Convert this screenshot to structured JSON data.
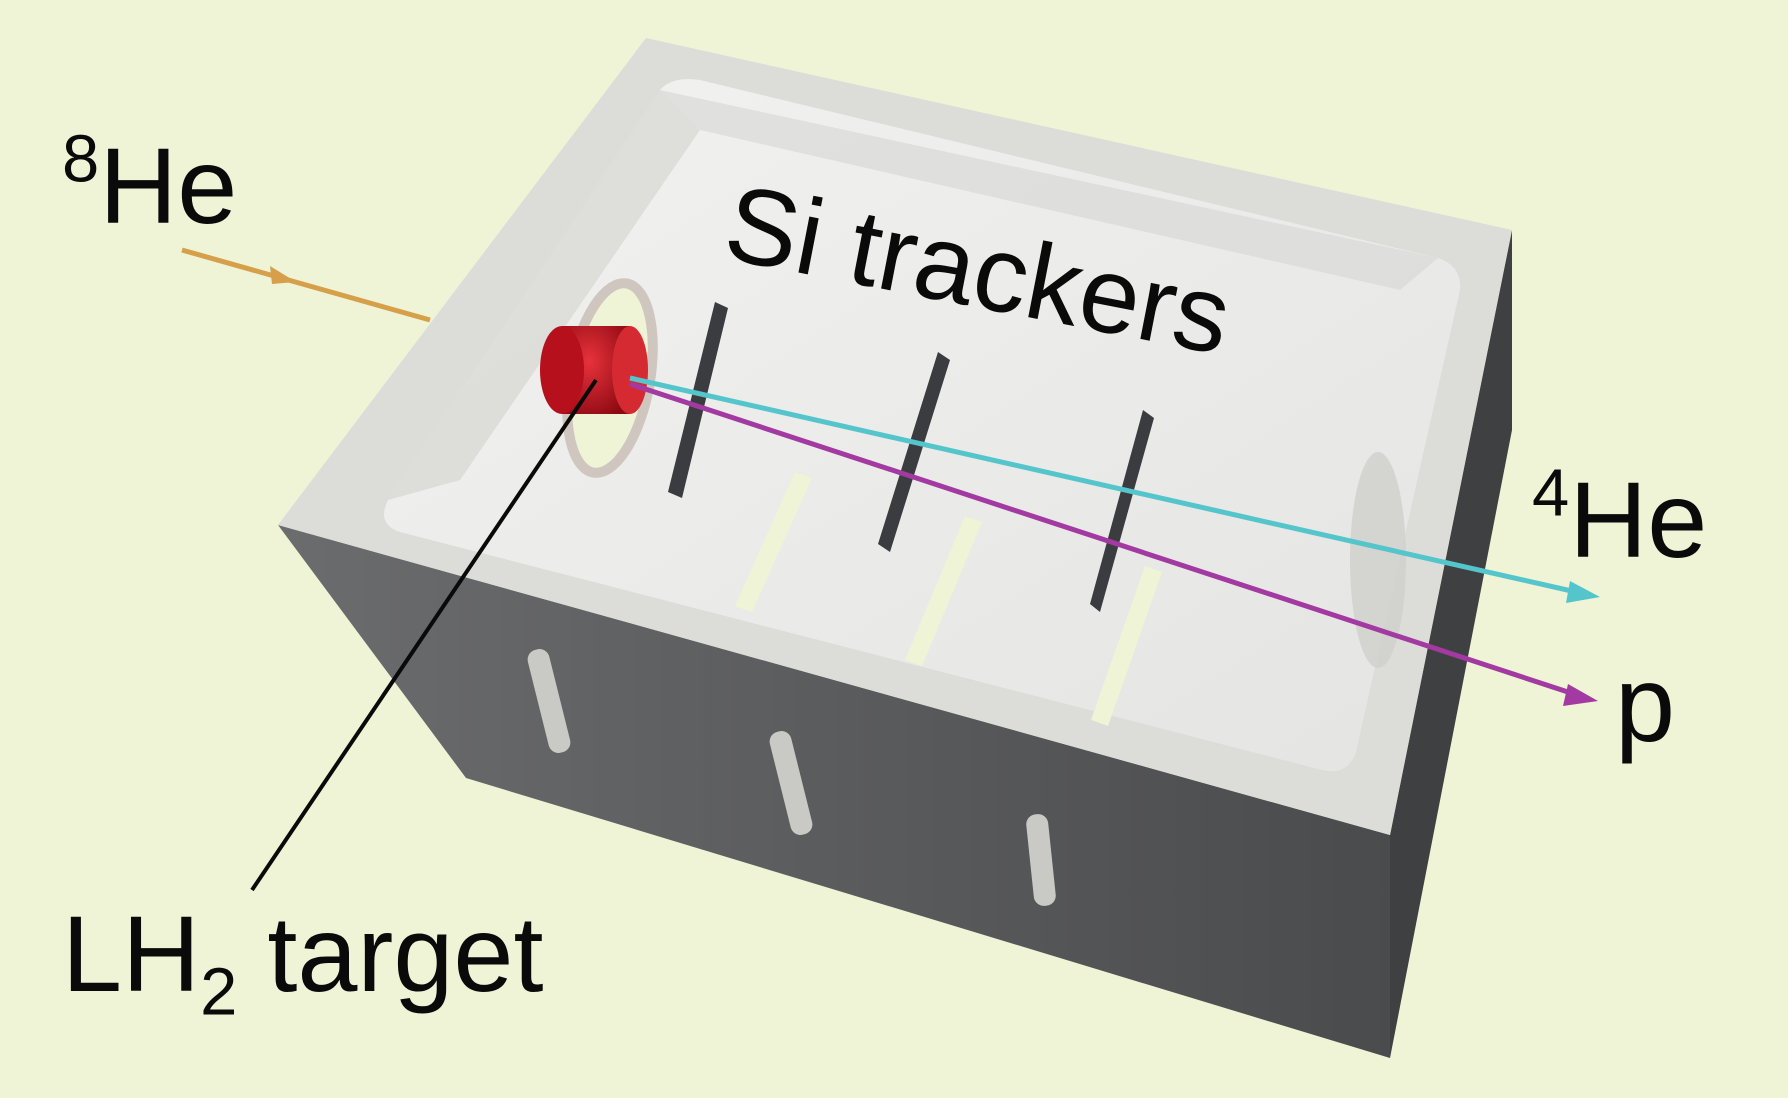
{
  "labels": {
    "beam_mass": "8",
    "beam_element": "He",
    "detector": "Si trackers",
    "alpha_mass": "4",
    "alpha_element": "He",
    "proton": "p",
    "target_prefix": "LH",
    "target_sub": "2",
    "target_suffix": " target"
  },
  "colors": {
    "background": "#eff4d6",
    "chamber_top": "#e1e1de",
    "chamber_inner": "#ececea",
    "chamber_side": "#4f5052",
    "beam": "#d6a04a",
    "alpha_track": "#55c5cc",
    "proton_track": "#a23aa2",
    "target": "#c0131f",
    "tracker": "#3a3c40"
  },
  "icons": {
    "beam_arrow": "arrow-right",
    "alpha_arrow": "arrow-right",
    "proton_arrow": "arrow-right"
  }
}
